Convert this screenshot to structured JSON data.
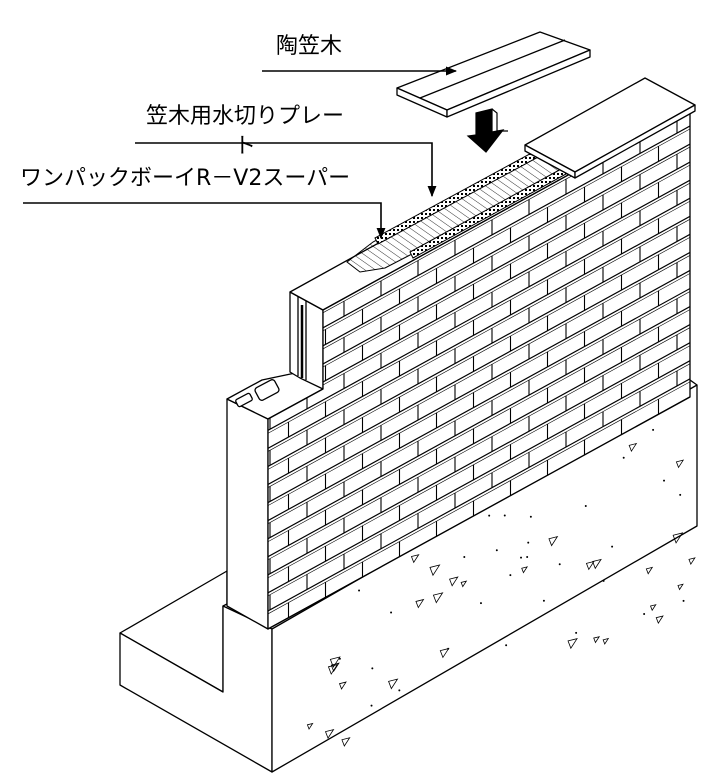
{
  "labels": {
    "coping": "陶笠木",
    "coping_drain_plate": "笠木用水切りプレート",
    "block_product": "ワンパックボーイR－V2スーパー"
  },
  "colors": {
    "line": "#000000",
    "background": "#ffffff",
    "arrow_fill": "#000000"
  },
  "icons": {
    "install_arrow": "down-arrow-icon"
  }
}
